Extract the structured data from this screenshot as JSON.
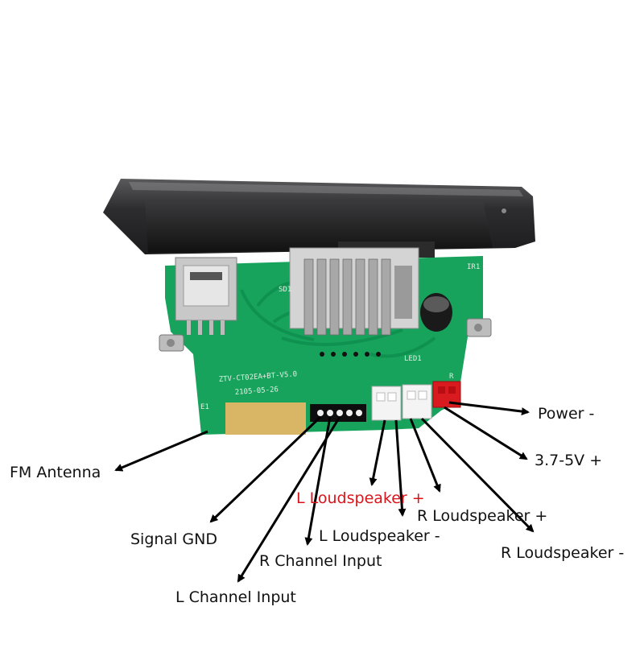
{
  "board": {
    "model": "ZTV-CT02EA+BT-V5.0",
    "date": "2105-05-26",
    "silk_sd": "SD1",
    "silk_led": "LED1",
    "silk_e1": "E1",
    "silk_r": "R",
    "silk_ir": "IR1"
  },
  "labels": {
    "power_minus": "Power -",
    "power_plus": "3.7-5V +",
    "fm_antenna": "FM Antenna",
    "l_speaker_plus": "L Loudspeaker +",
    "r_speaker_plus": "R Loudspeaker +",
    "l_speaker_minus": "L Loudspeaker -",
    "r_speaker_minus": "R Loudspeaker -",
    "signal_gnd": "Signal GND",
    "r_channel_input": "R Channel Input",
    "l_channel_input": "L Channel Input"
  },
  "colors": {
    "pcb": "#16a05a",
    "pcb_dark": "#0d8046",
    "faceplate": "#2e2e30",
    "power_connector": "#d91a1f",
    "speaker_connector": "#f2f2f2",
    "highlight_label": "#d8141b"
  }
}
